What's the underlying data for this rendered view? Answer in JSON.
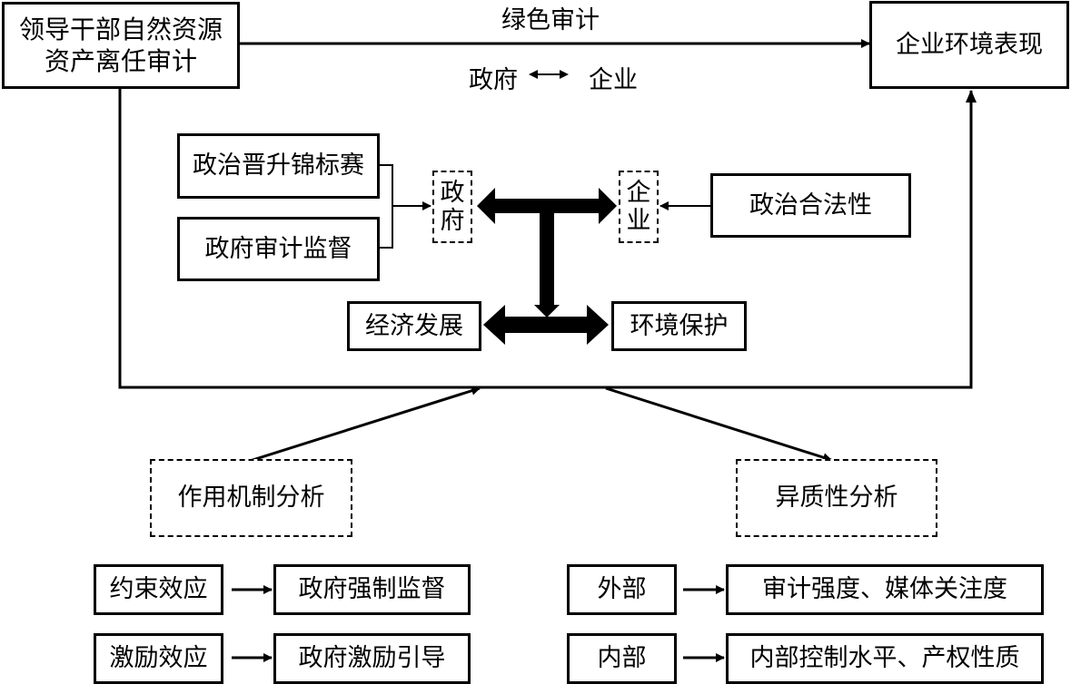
{
  "diagram": {
    "top_left_box": {
      "line1": "领导干部自然资源",
      "line2": "资产离任审计"
    },
    "top_right_box": "企业环境表现",
    "top_arrow_label": "绿色审计",
    "sub_label": {
      "left": "政府",
      "right": "企业",
      "arrow": "⟷"
    },
    "left_factors": [
      "政治晋升锦标赛",
      "政府审计监督"
    ],
    "right_factor": "政治合法性",
    "gov_node": [
      "政",
      "府"
    ],
    "ent_node": [
      "企",
      "业"
    ],
    "outcomes": {
      "left": "经济发展",
      "right": "环境保护"
    },
    "mechanism_box": "作用机制分析",
    "heterogeneity_box": "异质性分析",
    "mechanisms": [
      {
        "effect": "约束效应",
        "result": "政府强制监督"
      },
      {
        "effect": "激励效应",
        "result": "政府激励引导"
      }
    ],
    "heterogeneity": [
      {
        "type": "外部",
        "result": "审计强度、媒体关注度"
      },
      {
        "type": "内部",
        "result": "内部控制水平、产权性质"
      }
    ]
  }
}
